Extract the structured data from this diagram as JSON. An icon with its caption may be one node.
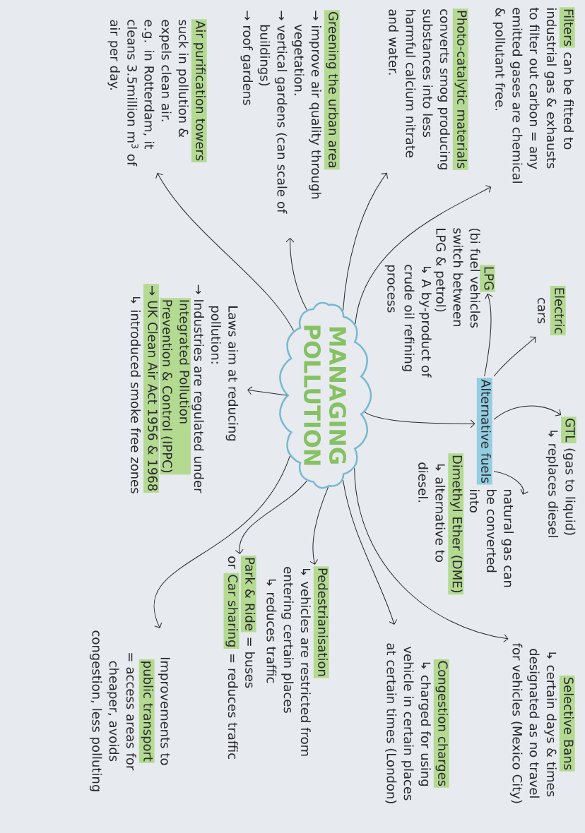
{
  "diagram": {
    "nodes": [
      {
        "text": [
          "MANAGING POLLUTION"
        ]
      },
      {
        "text": [
          "Filters",
          "can be fitted to industrial gas & exhausts to filter out carbon = any emitted gases are chemical & pollutant free."
        ]
      },
      {
        "text": [
          "Photo-catalytic materials",
          "converts smog producing substances into less harmful calcium nitrate and water."
        ]
      },
      {
        "text": [
          "Greening the urban area",
          "→ improve air quality through vegetation.",
          "→ vertical gardens (can scale of buildings)",
          "→ roof gardens"
        ]
      },
      {
        "text": [
          "Air purification towers",
          "suck in pollution & expels clean air.",
          "e.g. in Rotterdam, it cleans 3.5million m$^{3}$ of air per day."
        ]
      },
      {
        "text": [
          "Electric",
          "cars"
        ]
      },
      {
        "text": [
          "LPG"
        ],
        "beside": [
          "(bi fuel vehicles switch between LPG & petrol)",
          "↳ A by-product of crude oil refining process"
        ]
      },
      {
        "text": [
          "Alternative fuels"
        ]
      },
      {
        "text": [
          "GTL",
          "(gas to liquid)",
          "↳ replaces diesel"
        ]
      },
      {
        "text": [
          "natural gas can be converted into",
          "Dimethyl Ether (DME)",
          "↳ alternative to diesel."
        ]
      },
      {
        "text": [
          "Laws aim at reducing pollution:",
          "→ Industries are regulated under",
          "Integrated Pollution Prevention & Control (IPPC)",
          "→ UK Clean Air Act 1956 & 1968",
          "↳ introduced smoke free zones"
        ]
      },
      {
        "text": [
          "Pedestrianisation",
          "↳ vehicles are restricted from entering certain places",
          "↳ reduces traffic"
        ]
      },
      {
        "text": [
          "Park & Ride",
          "= buses",
          "or",
          "Car sharing",
          "= reduces traffic"
        ]
      },
      {
        "text": [
          "Selective Bans",
          "↳ certain days & times designated as no travel for vehicles (Mexico City)"
        ]
      },
      {
        "text": [
          "Congestion charges",
          "↳ charged for using vehicle in certain places at certain times (London)"
        ]
      },
      {
        "text": [
          "Improvements to",
          "public transport",
          "= access areas for cheaper, avoids congestion, less polluting"
        ]
      }
    ],
    "edges": [
      {
        "from": 0,
        "to": 1,
        "arrow": "to"
      },
      {
        "from": 0,
        "to": 2,
        "arrow": "to"
      },
      {
        "from": 0,
        "to": 3,
        "arrow": "to"
      },
      {
        "from": 0,
        "to": 4,
        "arrow": "to"
      },
      {
        "from": 0,
        "to": 10,
        "arrow": "to"
      },
      {
        "from": 0,
        "to": 7,
        "arrow": "to"
      },
      {
        "from": 7,
        "to": 5,
        "arrow": "to"
      },
      {
        "from": 7,
        "to": 6,
        "arrow": "to"
      },
      {
        "from": 7,
        "to": 8,
        "arrow": "to"
      },
      {
        "from": 7,
        "to": 9,
        "arrow": "to"
      },
      {
        "from": 0,
        "to": 11,
        "arrow": "to"
      },
      {
        "from": 0,
        "to": 12,
        "arrow": "to"
      },
      {
        "from": 0,
        "to": 15,
        "arrow": "to"
      },
      {
        "from": 0,
        "to": 14,
        "arrow": "to"
      },
      {
        "from": 0,
        "to": 13,
        "arrow": "to"
      }
    ]
  }
}
